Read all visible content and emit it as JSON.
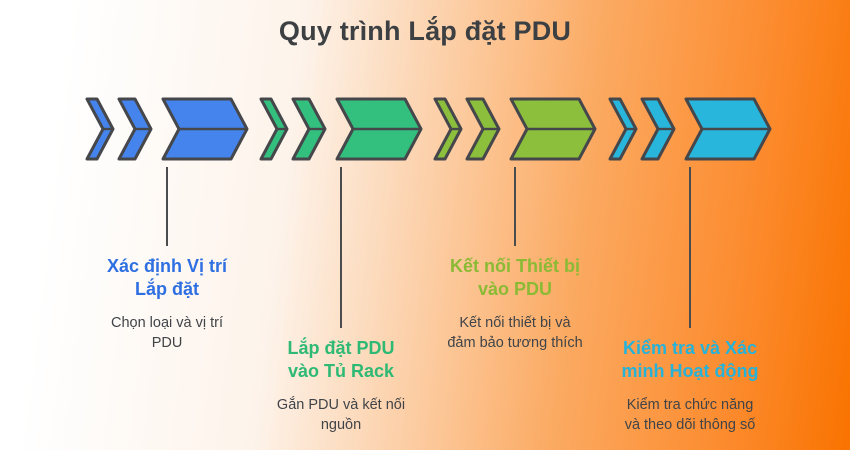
{
  "title": "Quy trình Lắp đặt PDU",
  "colors": {
    "bg_start": "#ffffff",
    "bg_mid": "#fdf3ea",
    "bg_warm": "#fbaa62",
    "bg_deep": "#fc8b2e",
    "bg_end": "#f97300",
    "title_color": "#3c4043",
    "body_text_color": "#404448",
    "outline_color": "#45474b",
    "line_color": "#4a4c4e"
  },
  "steps": [
    {
      "icon": "triple-chevron-arrow-icon",
      "chevron_color": "#4584ec",
      "heading_color": "#2e6fe2",
      "heading": "Xác định Vị trí Lắp đặt",
      "heading_lines": [
        "Xác định Vị trí",
        "Lắp đặt"
      ],
      "description": "Chọn loại và vị trí PDU",
      "description_lines": [
        "Chọn loại và vị trí",
        "PDU"
      ],
      "text_position": "high"
    },
    {
      "icon": "triple-chevron-arrow-icon",
      "chevron_color": "#33c07e",
      "heading_color": "#2eb974",
      "heading": "Lắp đặt PDU vào Tủ Rack",
      "heading_lines": [
        "Lắp đặt PDU",
        "vào Tủ Rack"
      ],
      "description": "Gắn PDU và kết nối nguồn",
      "description_lines": [
        "Gắn PDU và kết nối",
        "nguồn"
      ],
      "text_position": "low"
    },
    {
      "icon": "triple-chevron-arrow-icon",
      "chevron_color": "#8cc03c",
      "heading_color": "#8bba35",
      "heading": "Kết nối Thiết bị vào PDU",
      "heading_lines": [
        "Kết nối Thiết bị",
        "vào PDU"
      ],
      "description": "Kết nối thiết bị và đảm bảo tương thích",
      "description_lines": [
        "Kết nối thiết bị và",
        "đảm bảo tương thích"
      ],
      "text_position": "high"
    },
    {
      "icon": "triple-chevron-arrow-icon",
      "chevron_color": "#29b6dc",
      "heading_color": "#27b2d8",
      "heading": "Kiểm tra và Xác minh Hoạt động",
      "heading_lines": [
        "Kiểm tra và Xác",
        "minh Hoạt động"
      ],
      "description": "Kiểm tra chức năng và theo dõi thông số",
      "description_lines": [
        "Kiểm tra chức năng",
        "và theo dõi thông số"
      ],
      "text_position": "low"
    }
  ]
}
